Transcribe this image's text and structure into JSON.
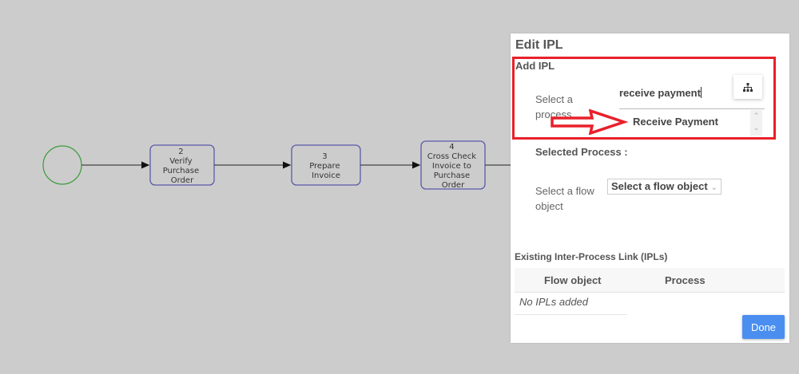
{
  "diagram": {
    "nodes": [
      {
        "id": "2",
        "lines": [
          "2",
          "Verify",
          "Purchase",
          "Order"
        ]
      },
      {
        "id": "3",
        "lines": [
          "3",
          "Prepare",
          "Invoice"
        ]
      },
      {
        "id": "4",
        "lines": [
          "4",
          "Cross Check",
          "Invoice to",
          "Purchase",
          "Order"
        ]
      }
    ],
    "colors": {
      "start_event": "#3a9a3a",
      "task_border": "#5a5aa8",
      "edge": "#444444"
    }
  },
  "panel": {
    "title": "Edit IPL",
    "add_section": "Add IPL",
    "select_process_label": "Select a process",
    "process_input_value": "receive payment",
    "suggestion": "Receive Payment",
    "selected_process_label": "Selected Process :",
    "select_flow_label": "Select a flow object",
    "flow_select_value": "Select a flow object",
    "existing_title": "Existing Inter-Process Link (IPLs)",
    "table": {
      "columns": [
        "Flow object",
        "Process"
      ],
      "empty_text": "No IPLs added"
    },
    "done_label": "Done",
    "colors": {
      "highlight": "#e8202a",
      "done_button": "#4a8ef0"
    }
  }
}
